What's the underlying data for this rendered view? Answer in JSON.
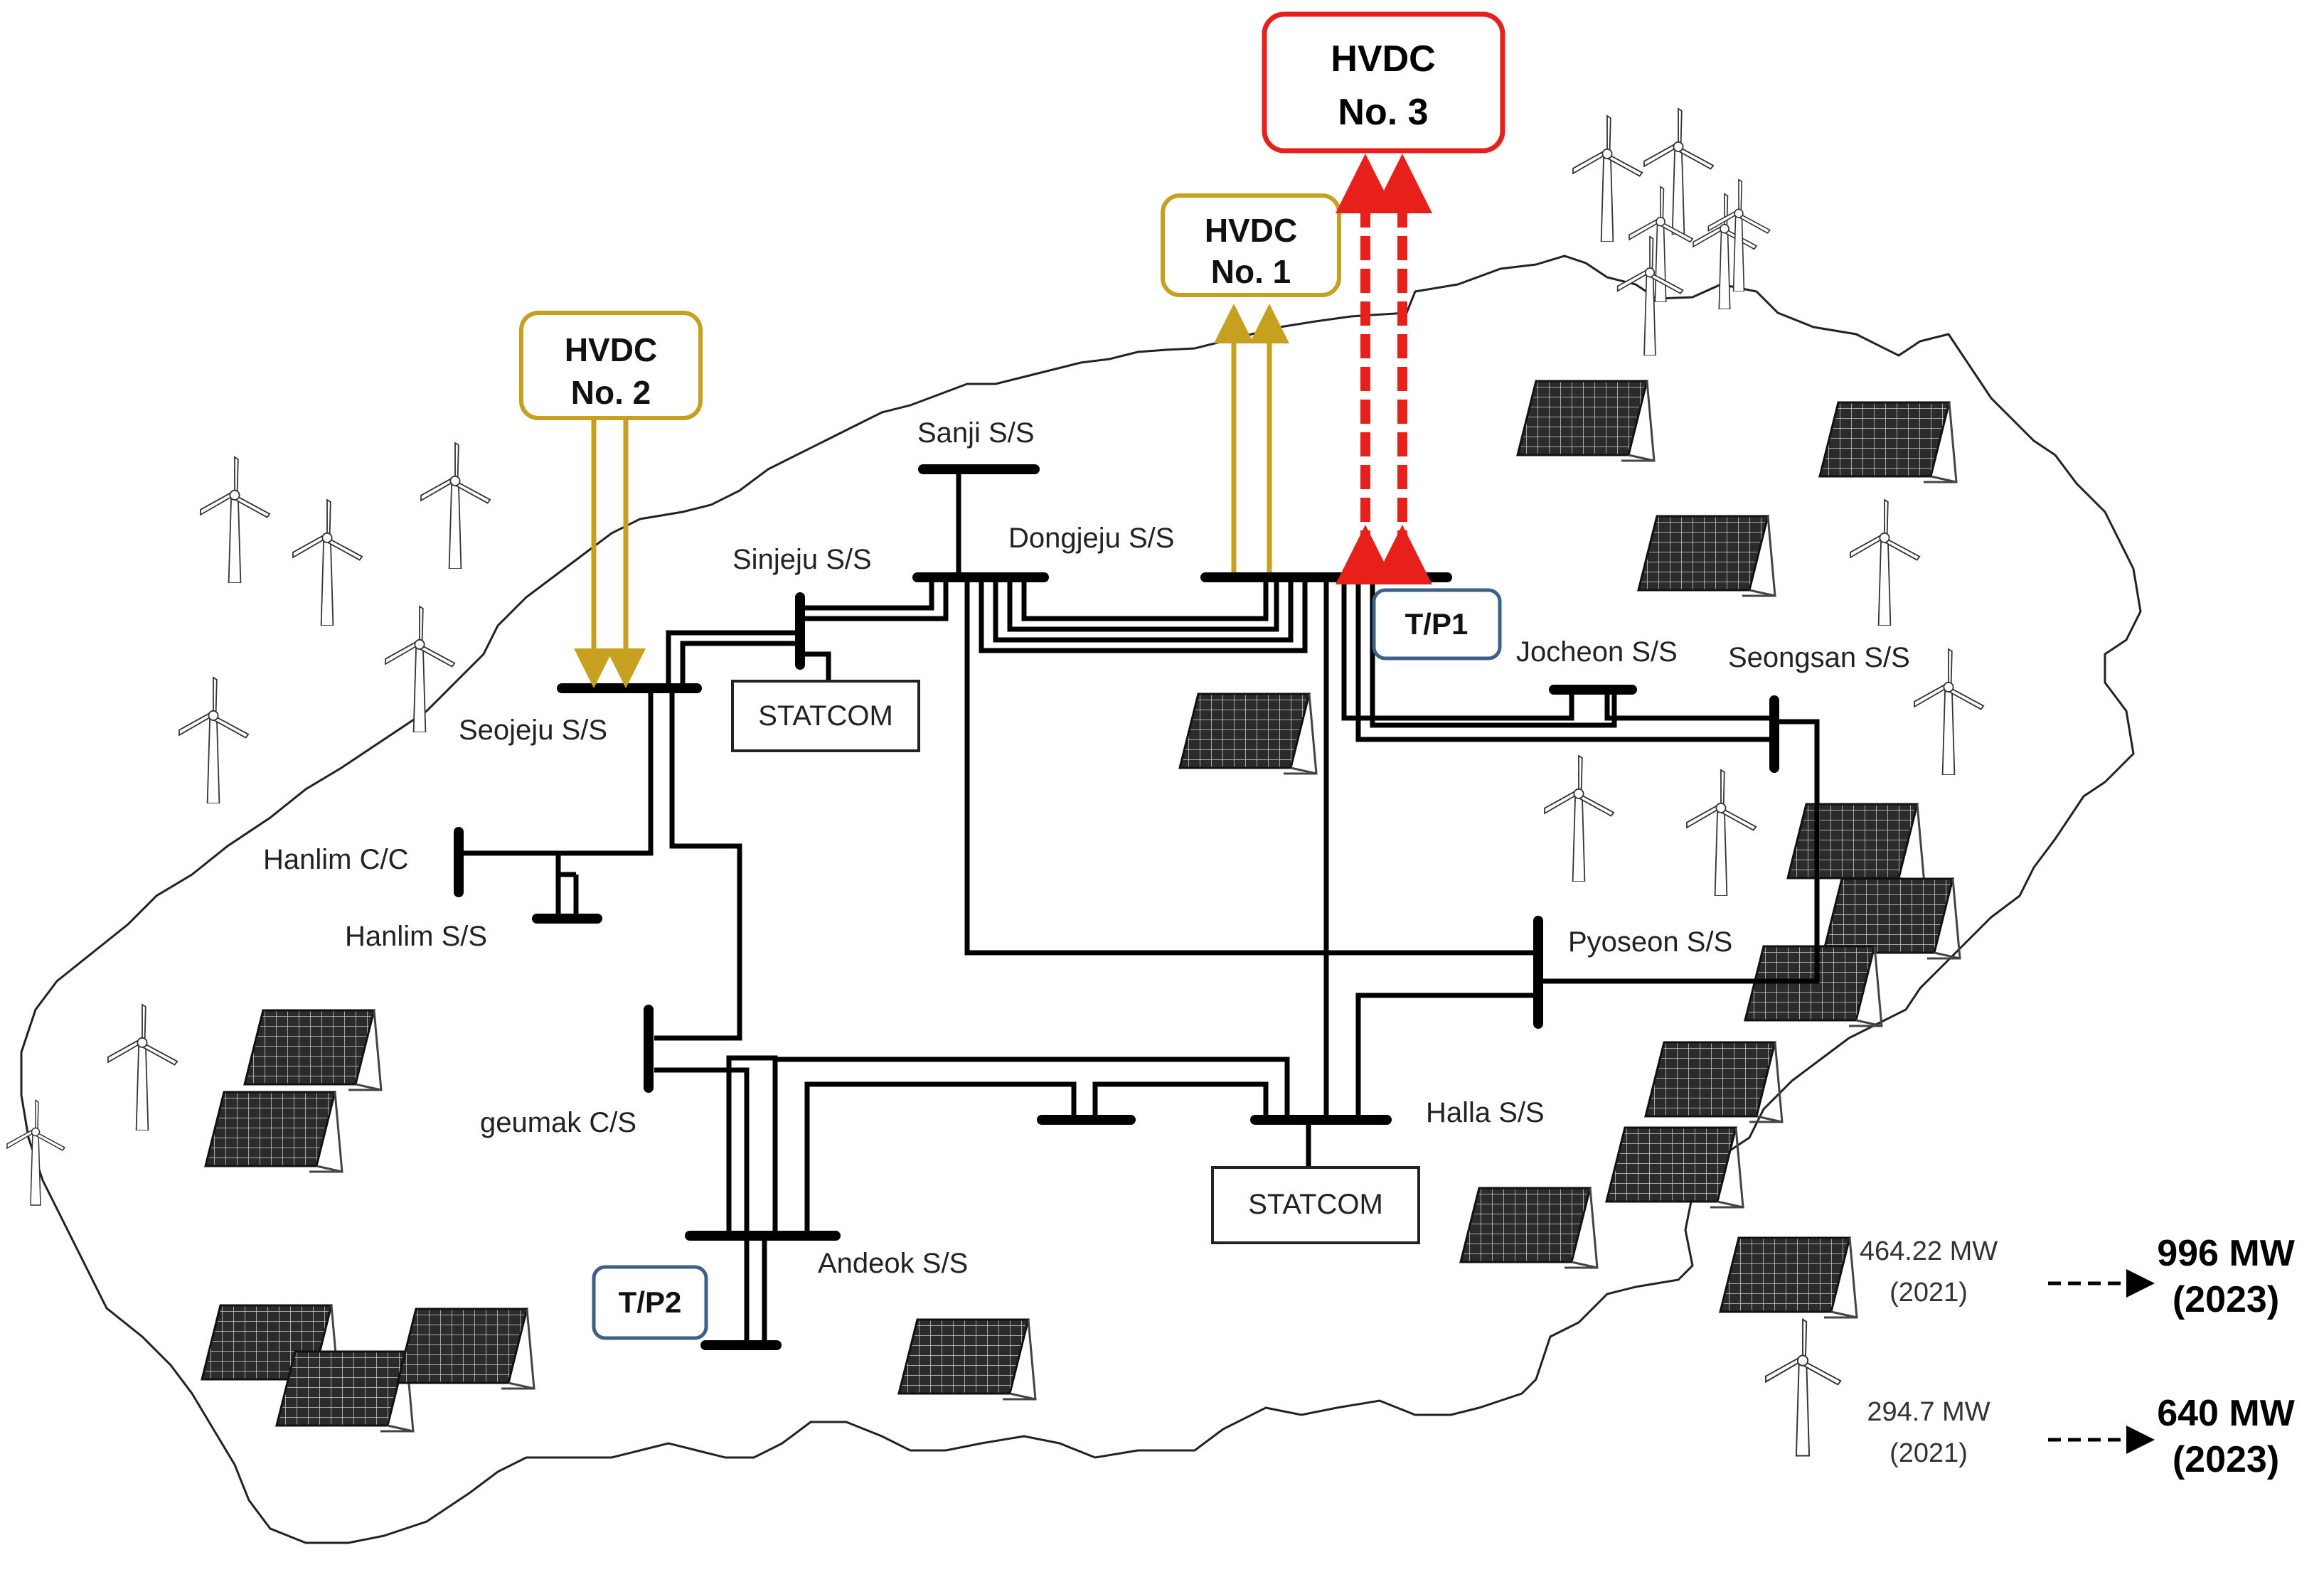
{
  "hvdc": {
    "no1": {
      "line1": "HVDC",
      "line2": "No. 1",
      "color": "#c8a020"
    },
    "no2": {
      "line1": "HVDC",
      "line2": "No. 2",
      "color": "#c8a020"
    },
    "no3": {
      "line1": "HVDC",
      "line2": "No. 3",
      "color": "#e8201c"
    }
  },
  "substations": {
    "sanji": "Sanji S/S",
    "sinjeju": "Sinjeju S/S",
    "dongjeju": "Dongjeju S/S",
    "seojeju": "Seojeju S/S",
    "jocheon": "Jocheon S/S",
    "seongsan": "Seongsan S/S",
    "hanlim_cc": "Hanlim C/C",
    "hanlim_ss": "Hanlim S/S",
    "pyoseon": "Pyoseon S/S",
    "geumak": "geumak C/S",
    "halla": "Halla S/S",
    "andeok": "Andeok S/S"
  },
  "devices": {
    "statcom_1": "STATCOM",
    "statcom_2": "STATCOM",
    "tp1": "T/P1",
    "tp2": "T/P2",
    "tp_border_color": "#3b6189"
  },
  "legend": {
    "solar": {
      "current": "464.22 MW",
      "current_year": "(2021)",
      "future": "996 MW",
      "future_year": "(2023)",
      "icon": "solar-panel-icon"
    },
    "wind": {
      "current": "294.7 MW",
      "current_year": "(2021)",
      "future": "640 MW",
      "future_year": "(2023)",
      "icon": "wind-turbine-icon"
    }
  }
}
